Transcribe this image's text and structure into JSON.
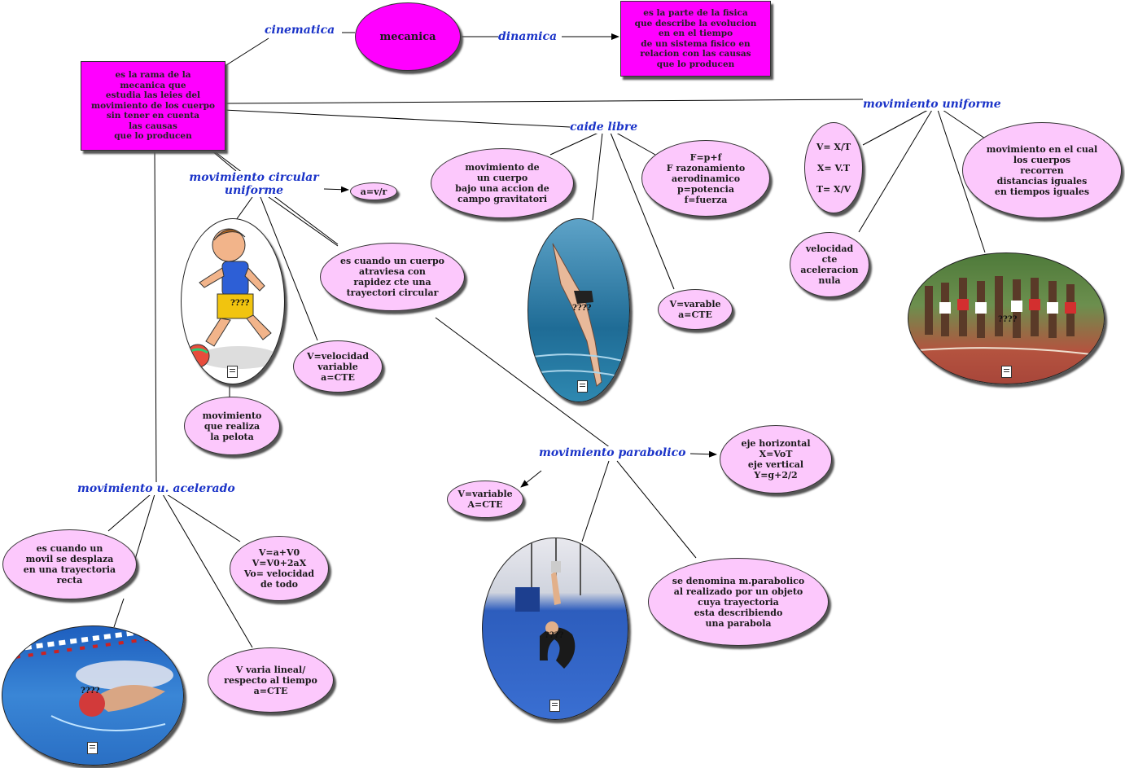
{
  "nodes": {
    "mecanica": "mecanica",
    "cinematica": "cinematica",
    "dinamica": "dinamica",
    "dinamica_def": "es la parte de la fisica\nque describe la evolucion\nen en el tiempo\nde un sistema fisico en\nrelacion con las causas\nque lo producen",
    "cinematica_def": "es la rama de la\nmecanica que\nestudia las leies del\nmovimiento de los cuerpo\nsin tener en cuenta\nlas causas\nque lo producen",
    "mcu_label": "movimiento circular\nuniforme",
    "mcu_formula": "a=v/r",
    "mcu_def": "es cuando un cuerpo\natraviesa con\nrapidez cte una\ntrayectori circular",
    "mcu_vel": "V=velocidad\nvariable\na=CTE",
    "mcu_ball": "movimiento\nque realiza\nla pelota",
    "caida_label": "caide libre",
    "caida_def": "movimiento de\nun cuerpo\nbajo una accion de\ncampo gravitatori",
    "caida_forces": "F=p+f\nF razonamiento\naerodinamico\np=potencia\nf=fuerza",
    "caida_var": "V=varable\na=CTE",
    "mu_label": "movimiento uniforme",
    "mu_formulas": "V= X/T\n\nX= V.T\n\nT= X/V",
    "mu_def": "movimiento en el cual\nlos cuerpos\nrecorren\ndistancias iguales\nen tiempos iguales",
    "mu_vel": "velocidad\ncte\naceleracion\nnula",
    "mp_label": "movimiento parabolico",
    "mp_axes": "eje horizontal\nX=VoT\neje vertical\nY=g+2/2",
    "mp_var": "V=variable\nA=CTE",
    "mp_def": "se denomina m.parabolico\nal realizado por un objeto\ncuya trayectoria\nesta describiendo\nuna parabola",
    "mua_label": "movimiento u. acelerado",
    "mua_def": "es cuando un\nmovil se desplaza\nen una trayectoria\nrecta",
    "mua_formulas": "V=a+V0\nV=V0+2aX\nVo= velocidad\nde todo",
    "mua_var": "V varia lineal/\nrespecto al tiempo\na=CTE"
  },
  "photos": {
    "diver_caption": "????",
    "runners_caption": "????",
    "gymnast_caption": "????",
    "swimmer_caption": "????",
    "boy_caption": "????"
  },
  "colors": {
    "node_fill": "#fcc8fc",
    "accent": "#ff00ff",
    "label": "#1a33c8"
  }
}
